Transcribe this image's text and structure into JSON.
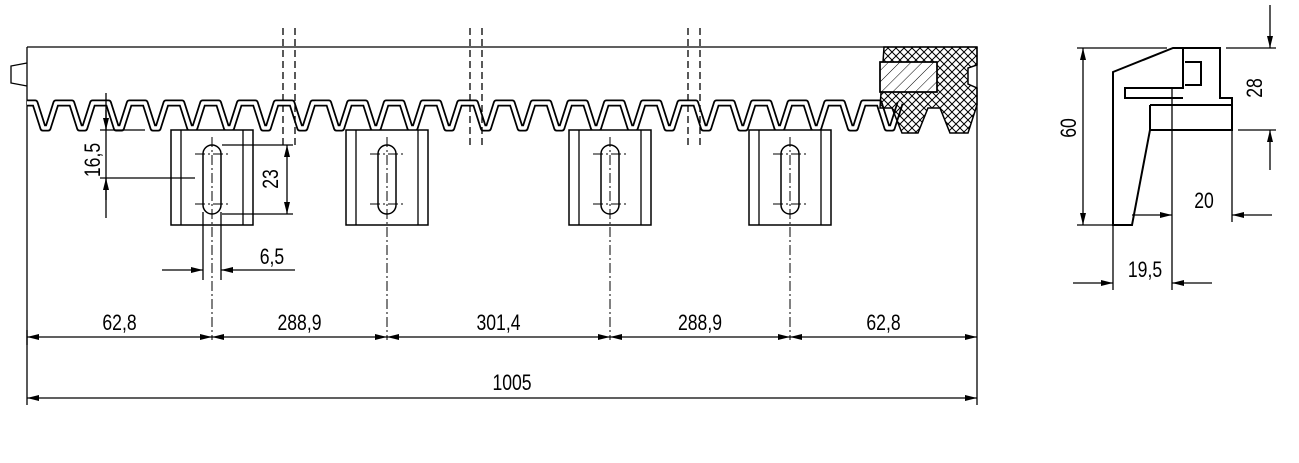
{
  "drawing": {
    "front_view": {
      "dimensions": {
        "tooth_offset": "16,5",
        "slot_length": "23",
        "slot_width": "6,5",
        "spacing": [
          "62,8",
          "288,9",
          "301,4",
          "288,9",
          "62,8"
        ],
        "overall_length": "1005"
      }
    },
    "side_view": {
      "dimensions": {
        "height": "60",
        "upper_height": "28",
        "width_right": "20",
        "width_left": "19,5"
      }
    },
    "colors": {
      "line": "#000000",
      "background": "#ffffff"
    }
  }
}
